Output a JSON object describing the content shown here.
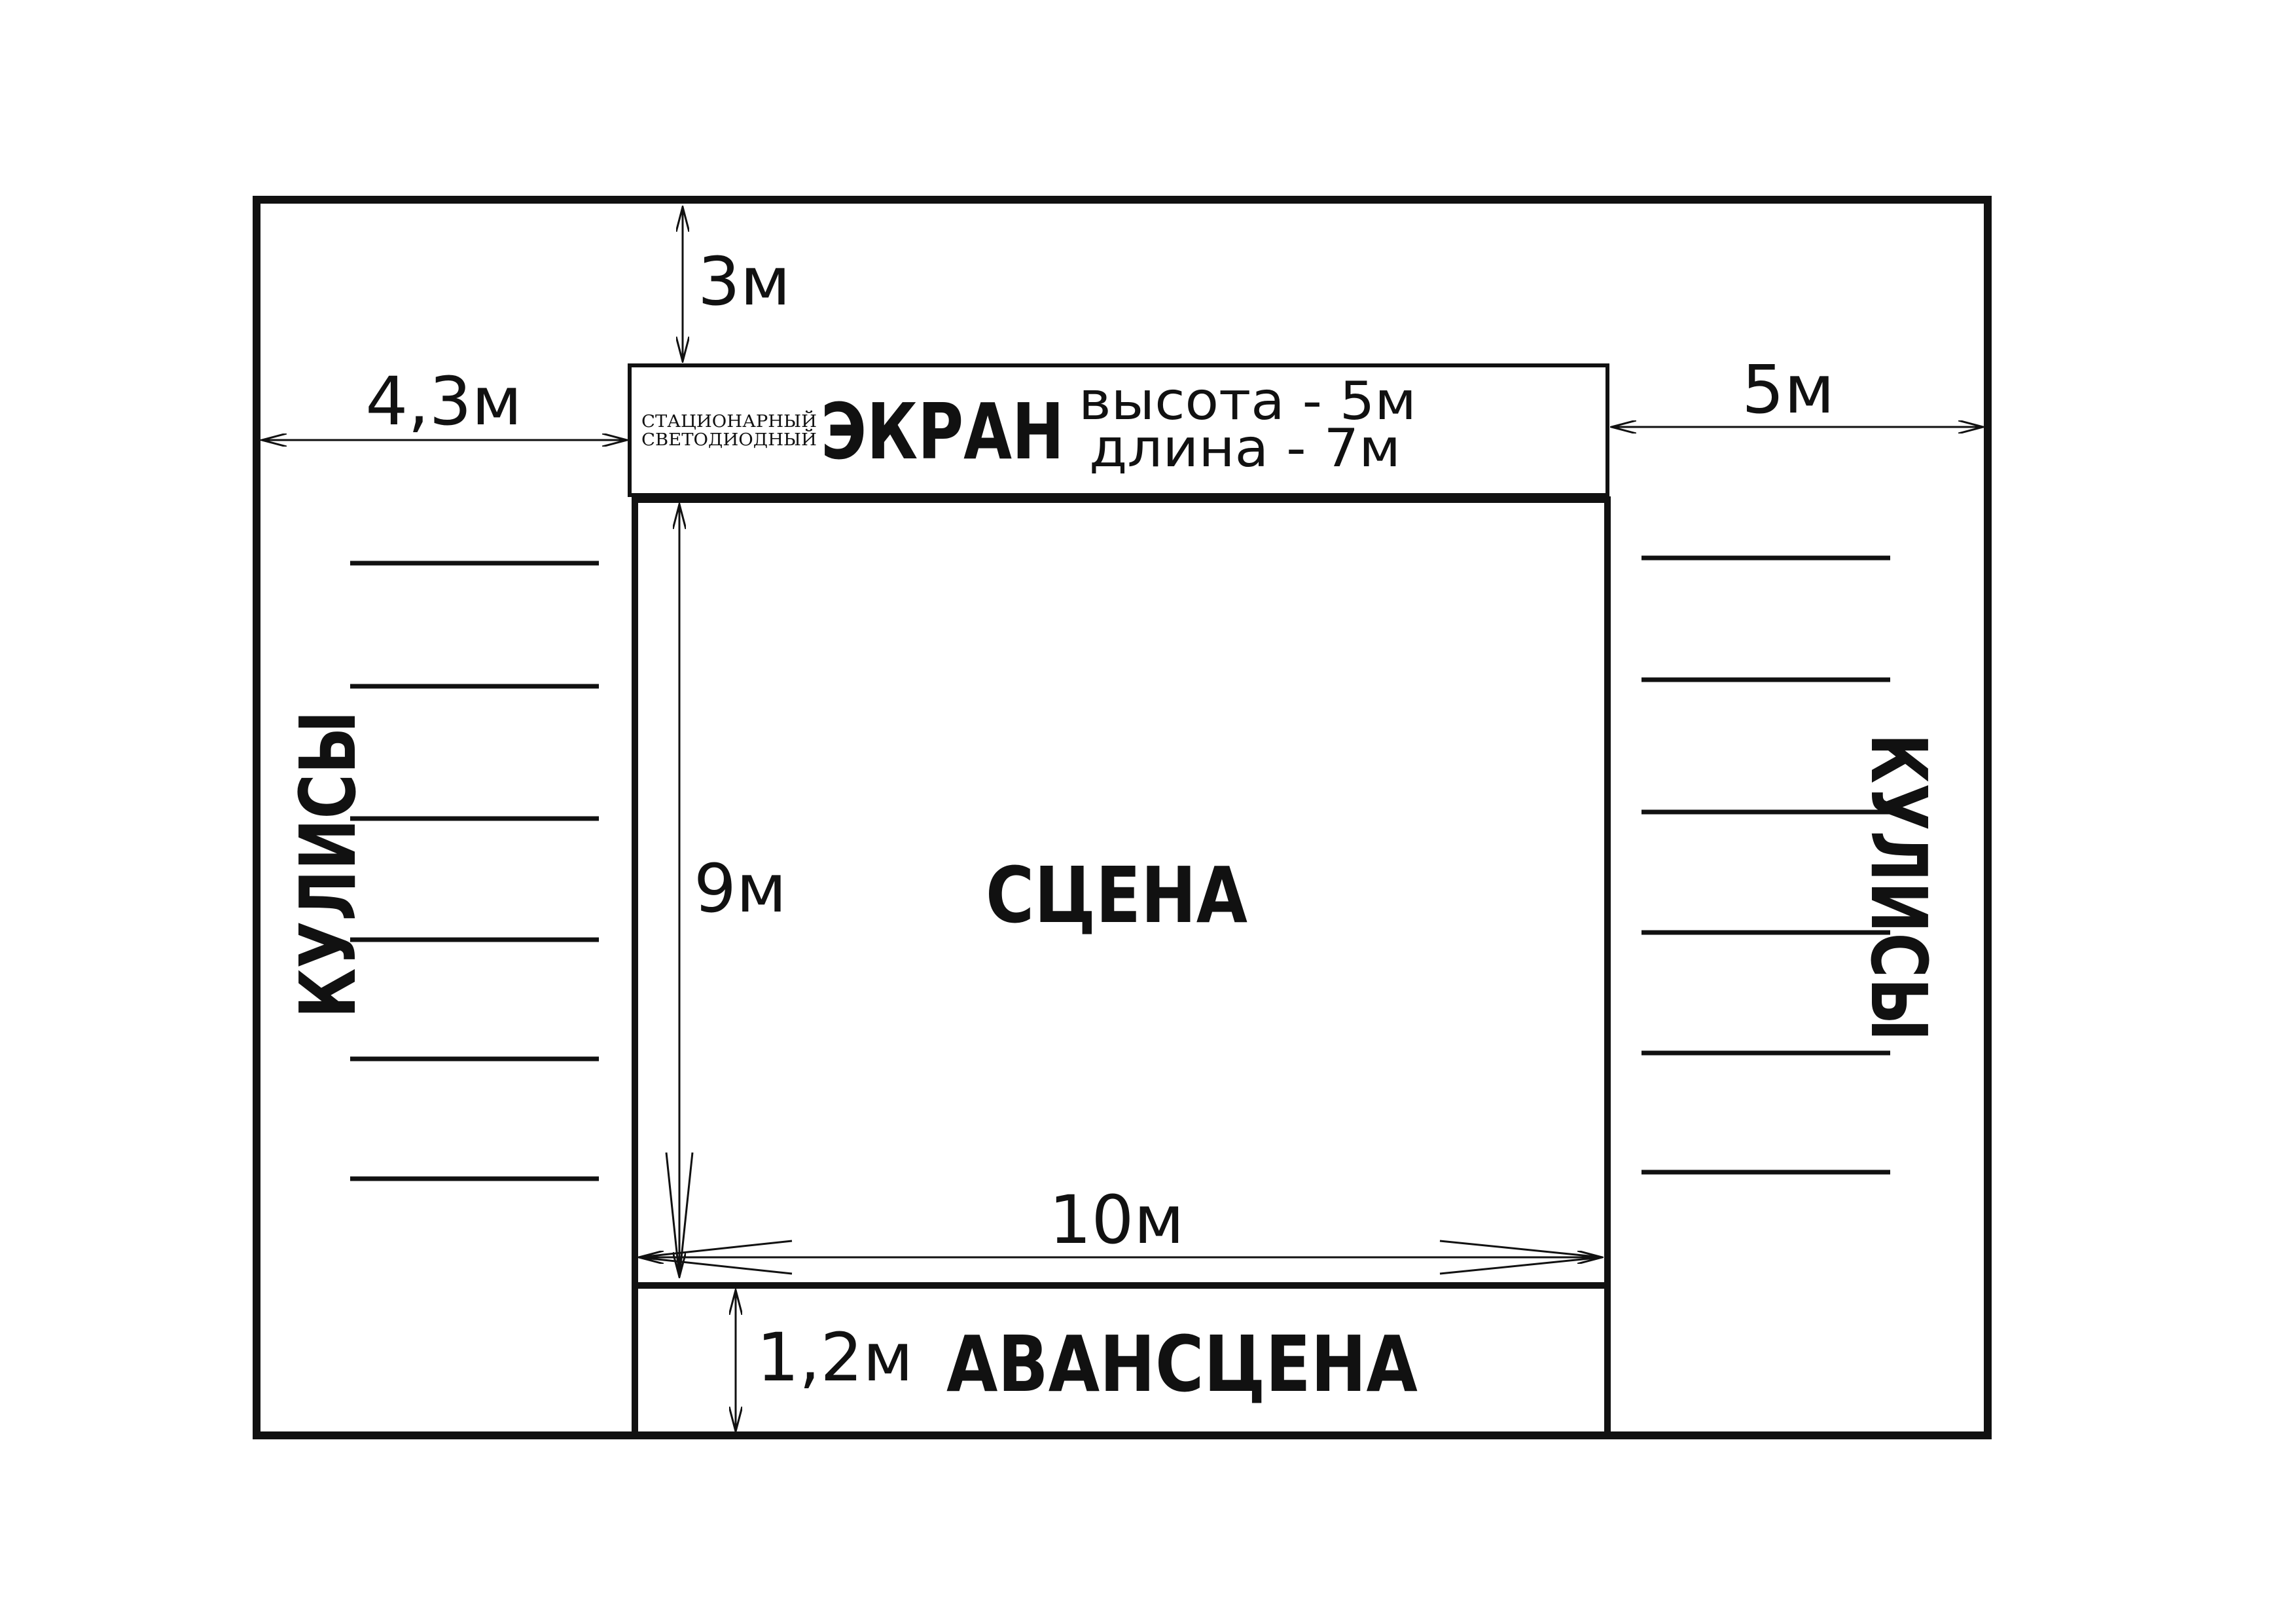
{
  "labels": {
    "screen_small_line1": "СТАЦИОНАРНЫЙ",
    "screen_small_line2": "СВЕТОДИОДНЫЙ",
    "screen_title": "ЭКРАН",
    "screen_height": "высота - 5м",
    "screen_length": "длина - 7м",
    "stage": "СЦЕНА",
    "forestage": "АВАНСЦЕНА",
    "wings_left": "КУЛИСЫ",
    "wings_right": "КУЛИСЫ"
  },
  "dimensions": {
    "top_gap": "3м",
    "left_wing_width": "4,3м",
    "right_wing_width": "5м",
    "stage_depth": "9м",
    "stage_width": "10м",
    "forestage_depth": "1,2м"
  }
}
